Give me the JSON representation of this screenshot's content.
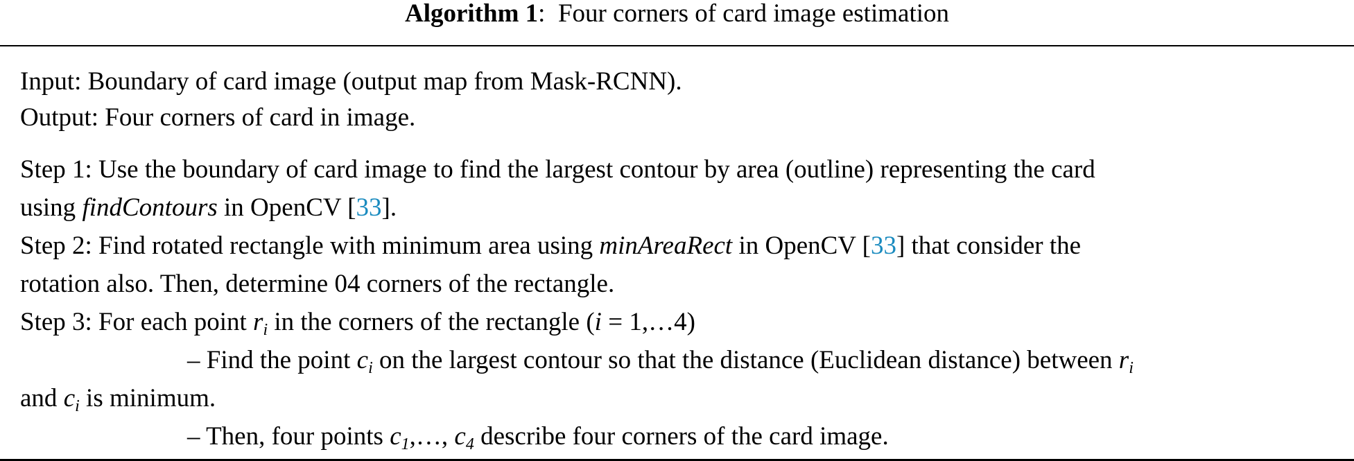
{
  "algorithm": {
    "label": "Algorithm 1",
    "separator": ":",
    "title": "Four corners of card image estimation"
  },
  "io": {
    "input": "Input: Boundary of card image (output map from Mask-RCNN).",
    "output": "Output: Four corners of card in image."
  },
  "steps": {
    "step1": {
      "line1": "Step 1: Use the boundary of card image to find the largest contour by area (outline) representing the card",
      "line2_prefix": "using ",
      "line2_func": "findContours",
      "line2_mid": " in OpenCV [",
      "line2_cite": "33",
      "line2_suffix": "]."
    },
    "step2": {
      "line1_prefix": "Step 2: Find rotated rectangle with minimum area using ",
      "line1_func": "minAreaRect",
      "line1_mid": " in OpenCV [",
      "line1_cite": "33",
      "line1_suffix": "] that consider the",
      "line2": "rotation also. Then, determine 04 corners of the rectangle."
    },
    "step3": {
      "line1_prefix": "Step 3: For each point ",
      "r_var": "r",
      "i_sub": "i",
      "line1_mid": " in the corners of the rectangle (",
      "i_var": "i",
      "line1_suffix": " = 1,…4)",
      "sub1_prefix": "– Find the point ",
      "c_var": "c",
      "sub1_mid": " on the largest contour so that the distance (Euclidean distance) between ",
      "sub1_cont_prefix": "and ",
      "sub1_cont_suffix": " is minimum.",
      "sub2_prefix": "– Then, four points ",
      "sub_1": "1",
      "sub2_mid": ",…, ",
      "sub_4": "4",
      "sub2_suffix": " describe four corners of the card image."
    }
  },
  "colors": {
    "text": "#000000",
    "citation_link": "#1a8bbf",
    "background": "#ffffff"
  }
}
